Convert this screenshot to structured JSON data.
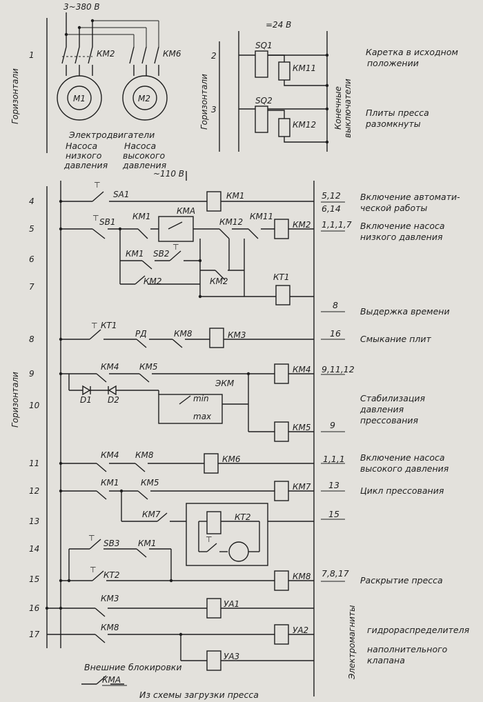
{
  "power": {
    "supply_main": "3~380 В",
    "supply_limit": "=24 В",
    "supply_control": "~110 В"
  },
  "motors": {
    "km2": "КМ2",
    "km6": "КМ6",
    "m1": "М1",
    "m2": "М2",
    "title": "Электродвигатели",
    "low_line1": "Насоса",
    "low_line2": "низкого",
    "low_line3": "давления",
    "high_line1": "Насоса",
    "high_line2": "высокого",
    "high_line3": "давления",
    "horizontals_label": "Горизонтали"
  },
  "limit": {
    "sq1": "SQ1",
    "sq2": "SQ2",
    "km11": "КМ11",
    "km12": "КМ12",
    "horizontals_label": "Горизонтали",
    "switches_line1": "Конечные",
    "switches_line2": "выключатели",
    "desc2_line1": "Каретка в исходном",
    "desc2_line2": "положении",
    "desc3_line1": "Плиты пресса",
    "desc3_line2": "разомкнуты"
  },
  "rows": [
    "1",
    "2",
    "3",
    "4",
    "5",
    "6",
    "7",
    "8",
    "9",
    "10",
    "11",
    "12",
    "13",
    "14",
    "15",
    "16",
    "17"
  ],
  "labels": {
    "sa1": "SA1",
    "sb1": "SB1",
    "sb2": "SB2",
    "sb3": "SB3",
    "km1": "КМ1",
    "kma": "КМА",
    "km12": "КМ12",
    "km11": "КМ11",
    "km2": "КМ2",
    "kt1": "КТ1",
    "rd": "РД",
    "km8": "КМ8",
    "km3": "КМ3",
    "km4": "КМ4",
    "km5": "КМ5",
    "d1": "D1",
    "d2": "D2",
    "ekm": "ЭКМ",
    "min": "min",
    "max": "max",
    "km6": "КМ6",
    "km7": "КМ7",
    "kt2": "КТ2",
    "ya1": "УА1",
    "ya2": "УА2",
    "ya3": "УА3",
    "horizontals_label": "Горизонтали",
    "solenoids": "Электромагниты"
  },
  "contacts": {
    "r4": "5,12",
    "r4b": "6,14",
    "r5": "1,1,1,7",
    "r7": "8",
    "r8": "16",
    "r9": "9,11,12",
    "r10": "9",
    "r11": "1,1,1",
    "r12": "13",
    "r13": "15",
    "r15": "7,8,17"
  },
  "descriptions": {
    "r4_line1": "Включение автомати-",
    "r4_line2": "ческой работы",
    "r5_line1": "Включение насоса",
    "r5_line2": "низкого давления",
    "r7": "Выдержка времени",
    "r8": "Смыкание плит",
    "r10_line1": "Стабилизация",
    "r10_line2": "давления",
    "r10_line3": "прессования",
    "r11_line1": "Включение насоса",
    "r11_line2": "высокого давления",
    "r12": "Цикл прессования",
    "r15": "Раскрытие пресса",
    "ya_line1": "гидрораспределителя",
    "ya_line2": "наполнительного",
    "ya_line3": "клапана"
  },
  "footer": {
    "external_locks": "Внешние блокировки",
    "kma": "КМА",
    "from_scheme": "Из схемы загрузки пресса"
  }
}
